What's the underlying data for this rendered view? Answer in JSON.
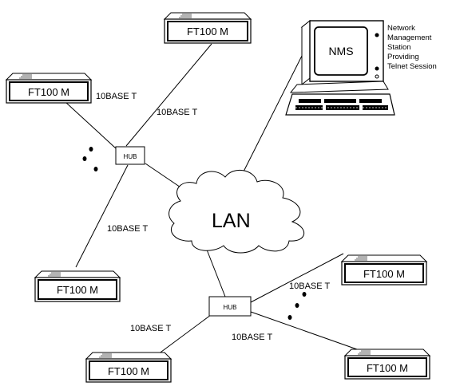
{
  "devices": {
    "ft_top": "FT100 M",
    "ft_left": "FT100 M",
    "ft_lower_left": "FT100 M",
    "ft_right": "FT100 M",
    "ft_bottom_left": "FT100 M",
    "ft_bottom_right": "FT100 M"
  },
  "hubs": {
    "upper": "HUB",
    "lower": "HUB"
  },
  "links": {
    "upper_hub_to_left": "10BASE T",
    "upper_hub_to_top": "10BASE T",
    "upper_hub_to_lower_left": "10BASE T",
    "lower_hub_to_right": "10BASE T",
    "lower_hub_to_bottom_left": "10BASE T",
    "lower_hub_to_bottom_right": "10BASE T"
  },
  "lan": {
    "label": "LAN"
  },
  "nms": {
    "screen_label": "NMS",
    "description": [
      "Network",
      "Management",
      "Station",
      "Providing",
      "Telnet Session"
    ]
  }
}
